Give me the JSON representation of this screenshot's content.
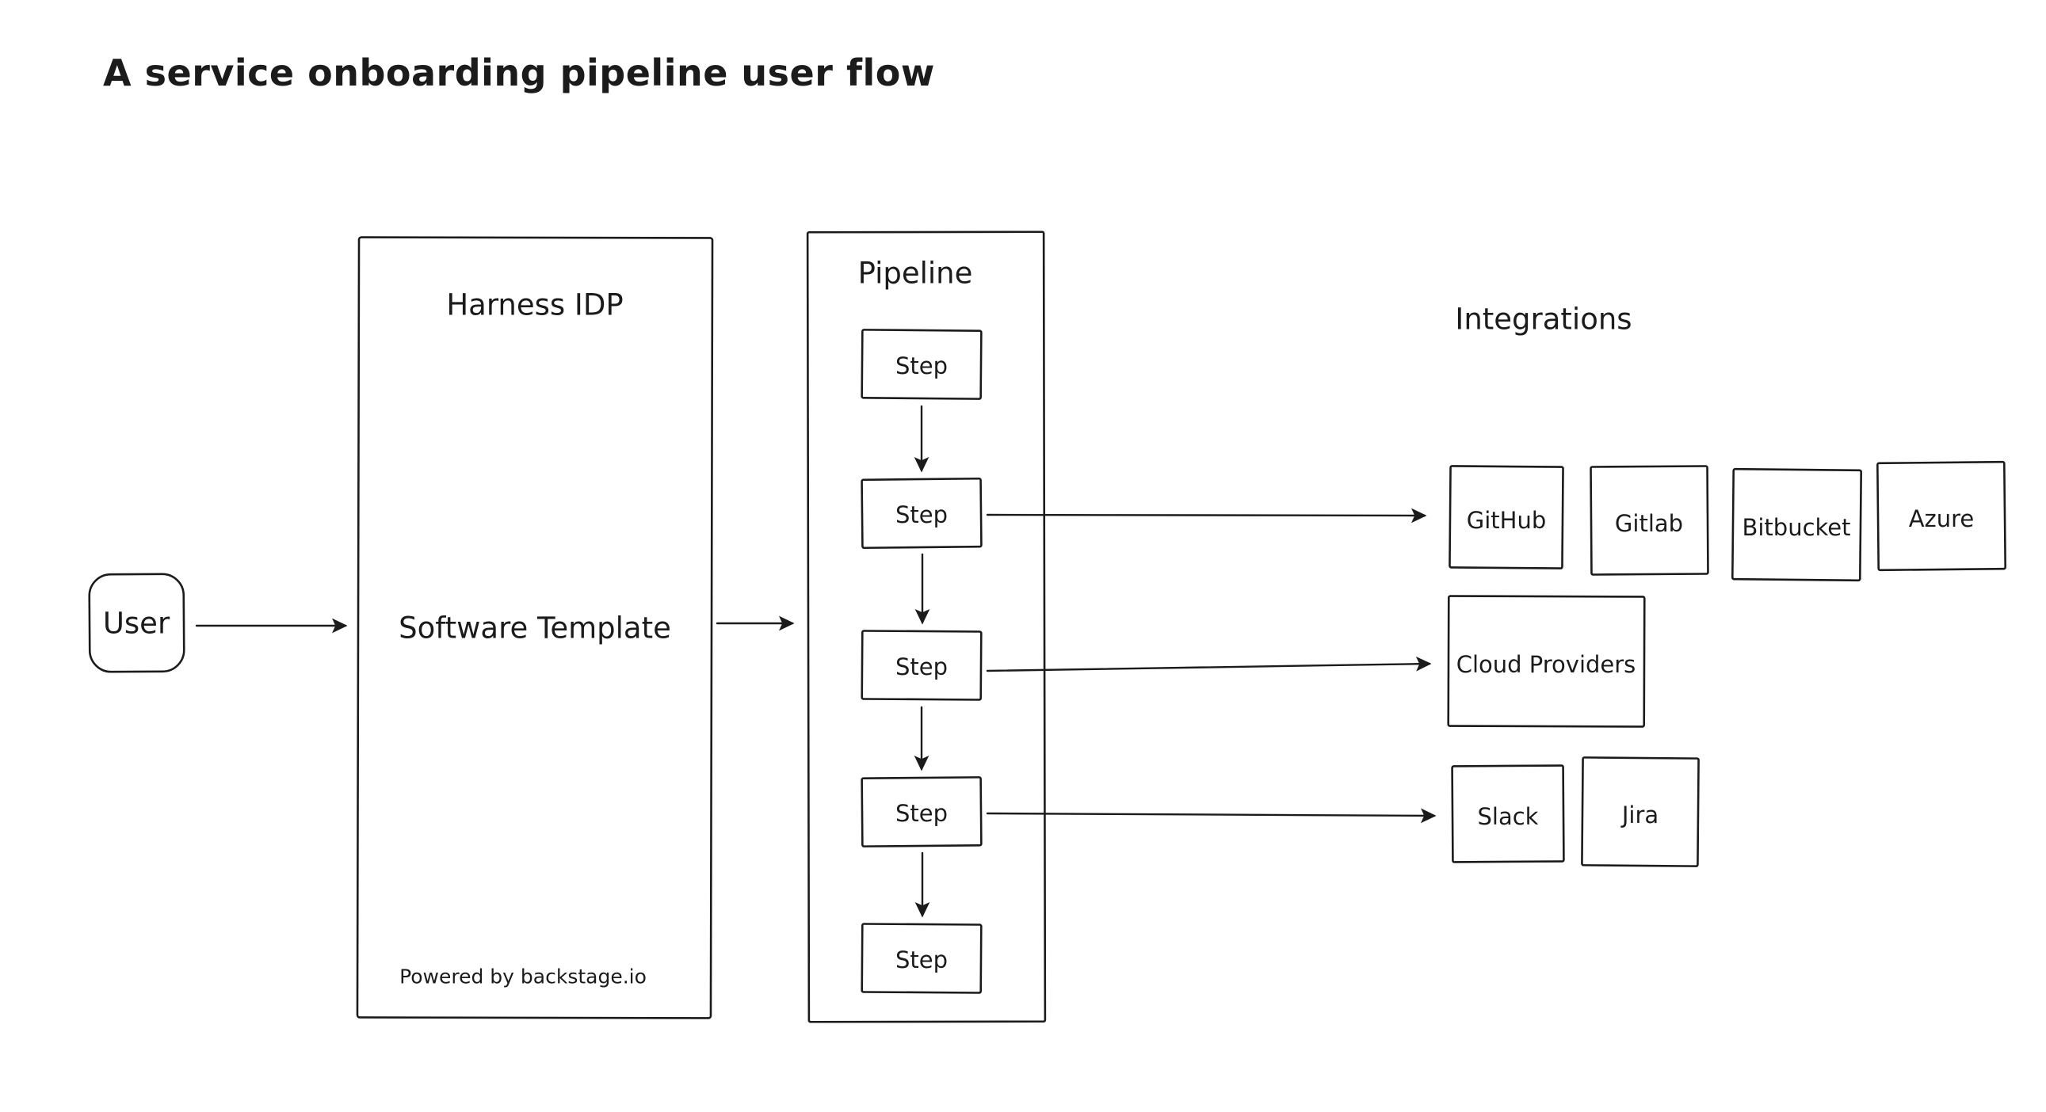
{
  "title": "A service onboarding pipeline user flow",
  "colors": {
    "ink": "#1b1b1b",
    "background": "#ffffff"
  },
  "user": {
    "label": "User"
  },
  "harness": {
    "title": "Harness IDP",
    "center_label": "Software Template",
    "footer": "Powered by backstage.io"
  },
  "pipeline": {
    "title": "Pipeline",
    "steps": [
      "Step",
      "Step",
      "Step",
      "Step",
      "Step"
    ]
  },
  "integrations": {
    "title": "Integrations",
    "scm_row": [
      "GitHub",
      "Gitlab",
      "Bitbucket",
      "Azure"
    ],
    "cloud_row": [
      "Cloud Providers"
    ],
    "tools_row": [
      "Slack",
      "Jira"
    ]
  }
}
